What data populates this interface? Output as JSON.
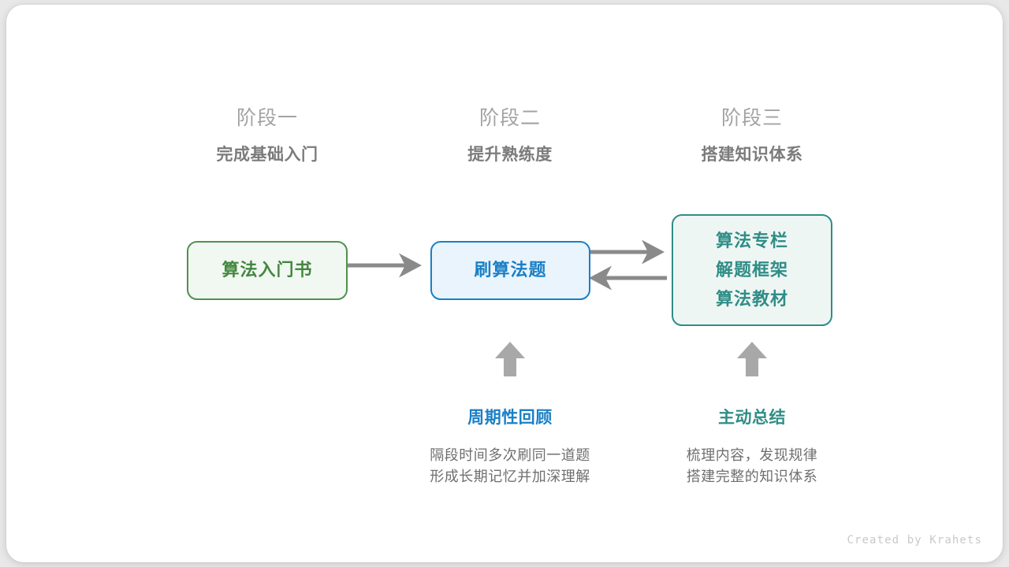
{
  "canvas": {
    "background": "#ffffff",
    "page_background": "#e8e8e8"
  },
  "stages": [
    {
      "name": "阶段一",
      "subtitle": "完成基础入门"
    },
    {
      "name": "阶段二",
      "subtitle": "提升熟练度"
    },
    {
      "name": "阶段三",
      "subtitle": "搭建知识体系"
    }
  ],
  "nodes": {
    "book": {
      "lines": [
        "算法入门书"
      ],
      "fill": "#f1f7f1",
      "border": "#4f9150",
      "text_color": "#43873f"
    },
    "practice": {
      "lines": [
        "刷算法题"
      ],
      "fill": "#eaf4fd",
      "border": "#1a7fc5",
      "text_color": "#1a7fc5"
    },
    "resources": {
      "lines": [
        "算法专栏",
        "解题框架",
        "算法教材"
      ],
      "fill": "#eef6f4",
      "border": "#2f8d86",
      "text_color": "#2f8d86"
    }
  },
  "connectors": {
    "color": "#8a8a8a",
    "book_to_practice": "arrow-right",
    "practice_to_resources": "arrow-right",
    "resources_to_practice": "arrow-left",
    "up_arrow_practice": "arrow-up",
    "up_arrow_resources": "arrow-up"
  },
  "notes": [
    {
      "title": "周期性回顾",
      "title_color": "#1a7fc5",
      "desc_lines": [
        "隔段时间多次刷同一道题",
        "形成长期记忆并加深理解"
      ]
    },
    {
      "title": "主动总结",
      "title_color": "#2f8d86",
      "desc_lines": [
        "梳理内容，发现规律",
        "搭建完整的知识体系"
      ]
    }
  ],
  "watermark": "Created by Krahets"
}
